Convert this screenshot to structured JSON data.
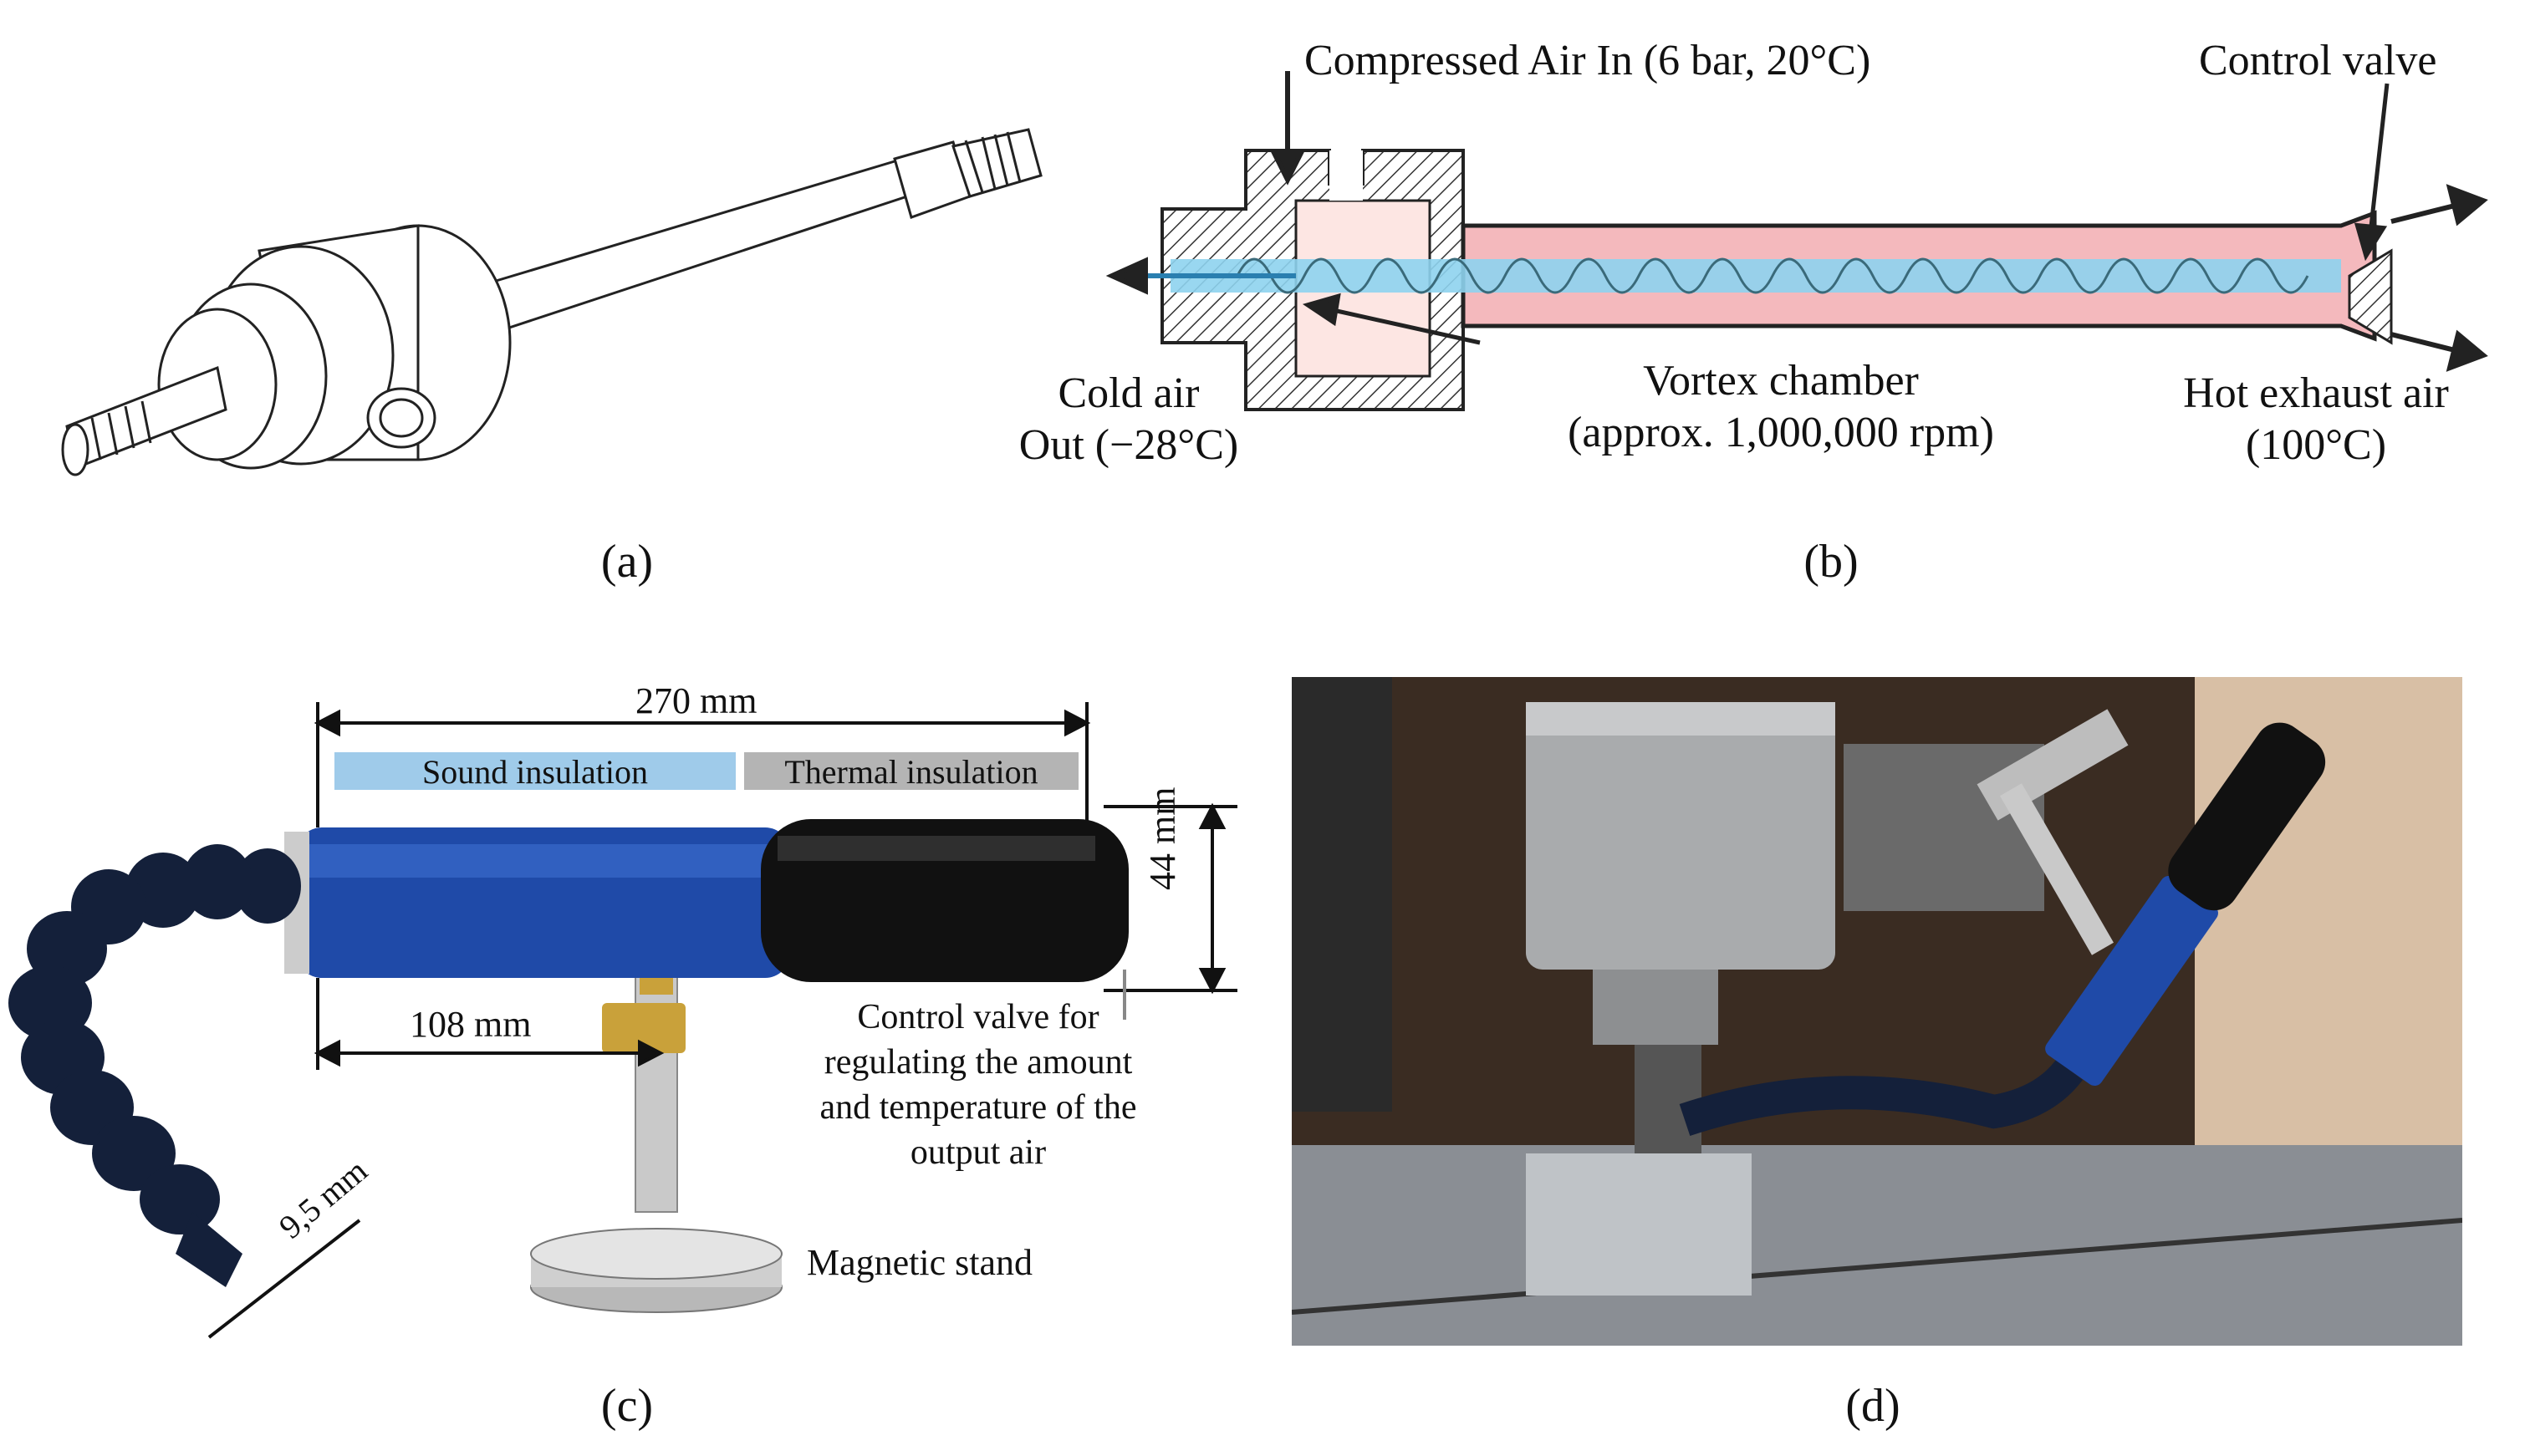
{
  "captions": {
    "a": "(a)",
    "b": "(b)",
    "c": "(c)",
    "d": "(d)"
  },
  "panel_b": {
    "air_in": "Compressed Air In (6 bar, 20°C)",
    "control_valve": "Control valve",
    "cold_air_1": "Cold air",
    "cold_air_2": "Out (−28°C)",
    "vortex_1": "Vortex chamber",
    "vortex_2": "(approx. 1,000,000 rpm)",
    "hot_1": "Hot exhaust air",
    "hot_2": "(100°C)",
    "colors": {
      "hot": "#f4b9bd",
      "cold": "#8ed3ee",
      "hatch": "#333333"
    }
  },
  "panel_c": {
    "length": "270 mm",
    "sound": "Sound insulation",
    "thermal": "Thermal insulation",
    "diameter": "44 mm",
    "offset": "108 mm",
    "nozzle": "9,5 mm",
    "valve_1": "Control valve for",
    "valve_2": "regulating the amount",
    "valve_3": "and temperature of the",
    "valve_4": "output air",
    "stand": "Magnetic stand",
    "colors": {
      "sound_bar": "#9fcbea",
      "thermal_bar": "#b4b4b4",
      "tube_blue": "#1f4aa8",
      "tube_black": "#111111"
    }
  }
}
